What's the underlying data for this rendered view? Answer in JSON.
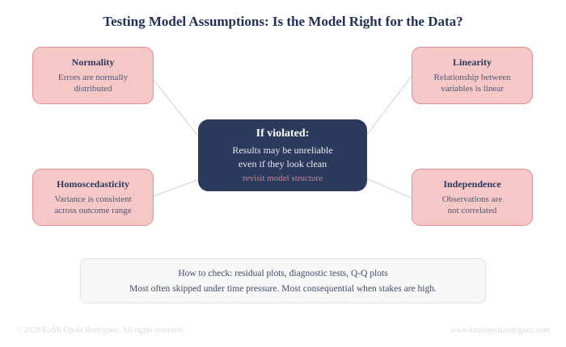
{
  "title": "Testing Model Assumptions: Is the Model Right for the Data?",
  "assumptions": [
    {
      "name": "Normality",
      "desc_line1": "Errors are normally",
      "desc_line2": "distributed"
    },
    {
      "name": "Linearity",
      "desc_line1": "Relationship between",
      "desc_line2": "variables is linear"
    },
    {
      "name": "Homoscedasticity",
      "desc_line1": "Variance is consistent",
      "desc_line2": "across outcome range"
    },
    {
      "name": "Independence",
      "desc_line1": "Observations are",
      "desc_line2": "not correlated"
    }
  ],
  "center": {
    "title": "If violated:",
    "line1": "Results may be unreliable",
    "line2": "even if they look clean",
    "note": "revisit model structure"
  },
  "check_box": {
    "line1": "How to check: residual plots, diagnostic tests, Q-Q plots",
    "line2": "Most often skipped under time pressure. Most consequential when stakes are high."
  },
  "footer": {
    "copyright": "© 2026 KaMi Ojeda Rodriguez. All rights reserved.",
    "website": "www.kamiojedarodriguez.com"
  },
  "colors": {
    "title_navy": "#203056",
    "node_fill_pink": "#f5c7c7",
    "node_border_pink": "#e18f8f",
    "center_navy": "#2c3a5e",
    "center_note_rose": "#c9868e",
    "connector_gray": "#cfcfcf",
    "check_box_fill": "#f7f7f7",
    "footer_gray": "#dadada"
  }
}
